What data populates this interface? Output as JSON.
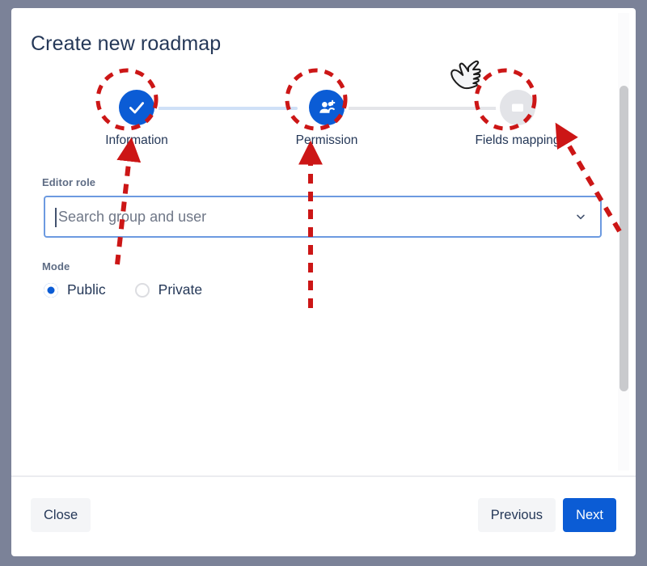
{
  "dialog": {
    "title": "Create new roadmap"
  },
  "stepper": {
    "steps": [
      {
        "label": "Information",
        "icon": "check-icon",
        "state": "completed"
      },
      {
        "label": "Permission",
        "icon": "add-people-icon",
        "state": "current"
      },
      {
        "label": "Fields mapping",
        "icon": "fields-table-icon",
        "state": "inactive"
      }
    ]
  },
  "form": {
    "editor_role_label": "Editor role",
    "search_placeholder": "Search group and user",
    "search_value": "",
    "dropdown_icon": "chevron-down-icon",
    "mode_label": "Mode",
    "mode_options": [
      {
        "label": "Public",
        "selected": true
      },
      {
        "label": "Private",
        "selected": false
      }
    ]
  },
  "footer": {
    "close_label": "Close",
    "previous_label": "Previous",
    "next_label": "Next"
  },
  "colors": {
    "backdrop": "#7b8298",
    "primary": "#0b5cd5",
    "annotation": "#cc1616",
    "text": "#253858",
    "label": "#5e6c84",
    "inactive": "#e3e4e8"
  },
  "annotations": {
    "cursor_icon": "pointing-hand-cursor",
    "arrows": [
      "arrow-to-information",
      "arrow-to-permission",
      "arrow-to-fields-mapping"
    ],
    "rings": [
      "ring-information",
      "ring-permission",
      "ring-fields-mapping"
    ]
  }
}
